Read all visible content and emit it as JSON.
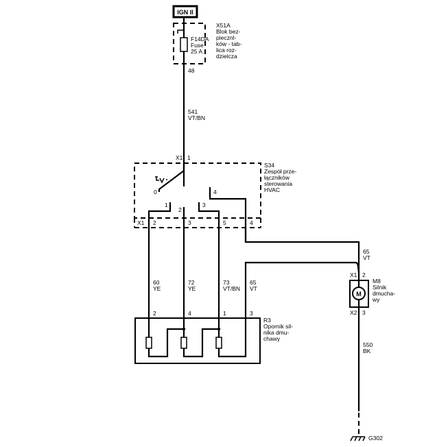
{
  "diagram": {
    "type": "wiring-schematic",
    "power_source": {
      "label": "IGN II"
    },
    "fuse_block": {
      "id": "X51A",
      "description": [
        "Blok bez-",
        "piecznl-",
        "ków - tab-",
        "lica roz-",
        "dzielcza"
      ],
      "fuse": {
        "id": "F14DA",
        "name": "Fuse",
        "rating": "25 A"
      },
      "pin": "48"
    },
    "wires": [
      {
        "circuit": "541",
        "color": "VT/BN"
      },
      {
        "circuit": "60",
        "color": "YE"
      },
      {
        "circuit": "72",
        "color": "YE"
      },
      {
        "circuit": "73",
        "color": "VT/BN"
      },
      {
        "circuit": "65",
        "color": "VT"
      },
      {
        "circuit": "65",
        "color": "VT"
      },
      {
        "circuit": "550",
        "color": "BK"
      }
    ],
    "switch": {
      "id": "S34",
      "description": [
        "Zespół prze-",
        "łączników",
        "sterowania",
        "HVAC"
      ],
      "connector_top": "X1",
      "pin_top": "1",
      "positions": [
        "0",
        "1",
        "2",
        "3",
        "4"
      ],
      "connector_bottom": "X1",
      "pins_bottom": [
        "2",
        "3",
        "5",
        "4"
      ]
    },
    "resistor": {
      "id": "R3",
      "description": [
        "Opornik sil-",
        "nika dmu-",
        "chawy"
      ],
      "pins": [
        "2",
        "4",
        "1",
        "3"
      ]
    },
    "motor": {
      "id": "M8",
      "description": [
        "Silnik",
        "dmucha-",
        "wy"
      ],
      "symbol": "M",
      "connector_top": "X1",
      "pin_top": "2",
      "connector_bottom": "X2",
      "pin_bottom": "3"
    },
    "ground": {
      "id": "G302"
    }
  }
}
